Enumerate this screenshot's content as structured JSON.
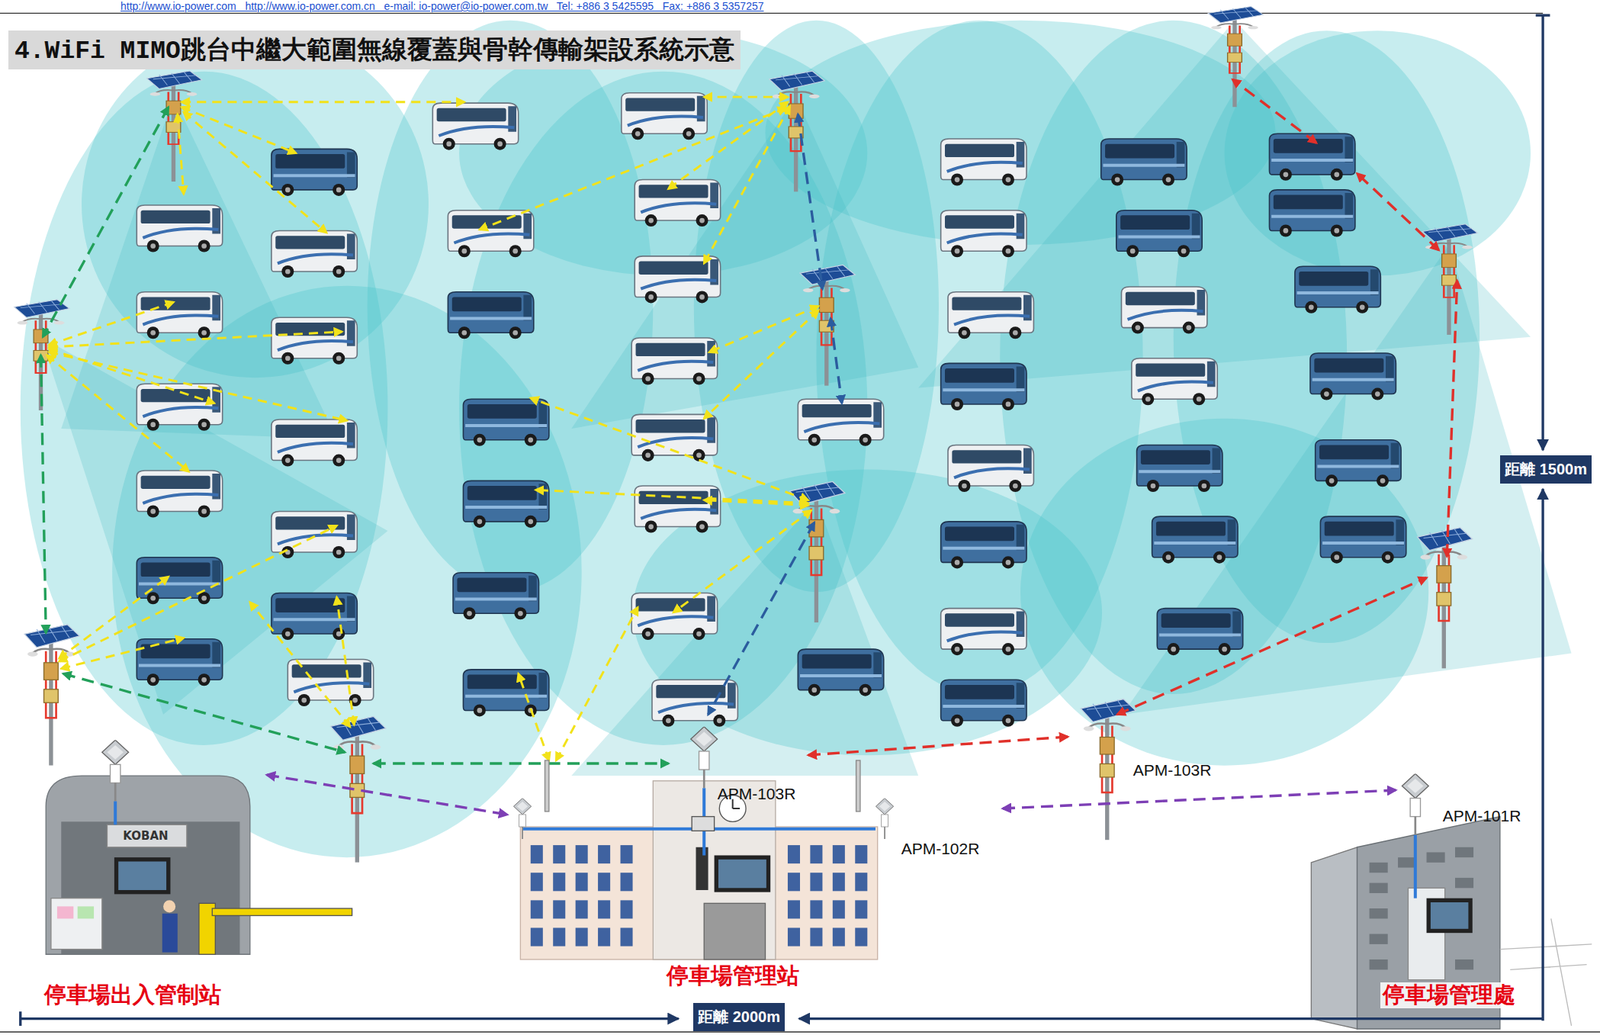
{
  "diagram": {
    "title": "4.WiFi MIMO跳台中繼大範圍無線覆蓋與骨幹傳輸架設系統示意",
    "nodes": [
      {
        "text": [
          "KOBAN",
          "停車場出入管制站"
        ]
      },
      {
        "text": [
          "停車場管理站"
        ]
      },
      {
        "text": [
          "APM-103R"
        ],
        "in": 1
      },
      {
        "text": [
          "APM-102R"
        ],
        "in": 1
      },
      {
        "text": [
          "APM-103R"
        ]
      },
      {
        "text": [
          "停車場管理處"
        ]
      },
      {
        "text": [
          "APM-101R"
        ],
        "in": 5
      }
    ],
    "edges": [
      {
        "from": 0,
        "to": 1,
        "arrow": "both"
      },
      {
        "from": 2,
        "to": 4,
        "arrow": "both"
      },
      {
        "from": 3,
        "to": 6,
        "arrow": "both"
      }
    ],
    "labels": [
      "http://www.io-power.com   http://www.io-power.com.cn   e-mail: io-power@io-power.com.tw   Tel: +886 3 5425595   Fax: +886 3 5357257",
      "距離 1500m",
      "距離 2000m"
    ]
  }
}
